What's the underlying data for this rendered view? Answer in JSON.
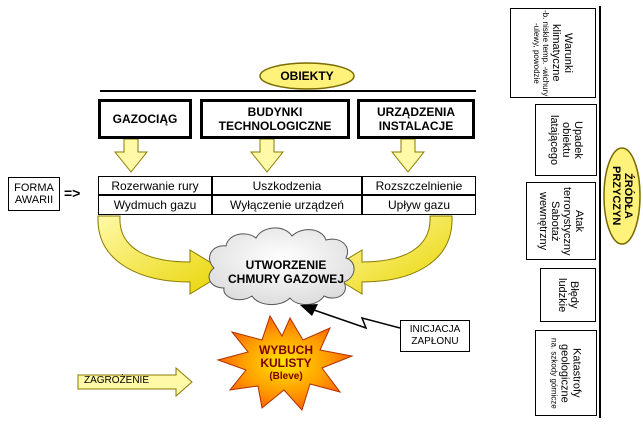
{
  "objects_label": "OBIEKTY",
  "objects": {
    "gas_pipeline": "GAZOCIĄG",
    "buildings_line1": "BUDYNKI",
    "buildings_line2": "TECHNOLOGICZNE",
    "devices_line1": "URZĄDZENIA",
    "devices_line2": "INSTALACJE"
  },
  "failure_form": {
    "line1": "FORMA",
    "line2": "AWARII",
    "arrow": "=>"
  },
  "failures": {
    "col1_top": "Rozerwanie rury",
    "col1_bottom": "Wydmuch gazu",
    "col2_top": "Uszkodzenia",
    "col2_bottom": "Wyłączenie urządzeń",
    "col3_top": "Rozszczelnienie",
    "col3_bottom": "Upływ gazu"
  },
  "cloud": {
    "line1": "UTWORZENIE",
    "line2": "CHMURY GAZOWEJ"
  },
  "ignition": {
    "line1": "INICJACJA",
    "line2": "ZAPŁONU"
  },
  "explosion": {
    "line1": "WYBUCH",
    "line2": "KULISTY",
    "line3": "(Bleve)"
  },
  "hazard": "ZAGROŻENIE",
  "sources": {
    "label_line1": "ŹRÓDŁA",
    "label_line2": "PRZYCZYN",
    "items": [
      {
        "title": "Warunki klimatyczne",
        "sub": "-b. niskie temp. -wichury -ulewy, powodzie"
      },
      {
        "title": "Upadek obiektu latającego",
        "sub": ""
      },
      {
        "title": "Atak terrorystyczny Sabotaż wewnętrzny",
        "sub": ""
      },
      {
        "title": "Błędy ludzkie",
        "sub": ""
      },
      {
        "title": "Katastrofy geologiczne",
        "sub": "na. szkody górnicze"
      }
    ]
  },
  "colors": {
    "arrow_fill": "#ffff99",
    "arrow_dark": "#e6d200",
    "explosion_fill": "#ff6a00",
    "explosion_core": "#ffd400",
    "cloud_fill": "#f2f2f2",
    "badge_fill": "#ffef7a"
  }
}
